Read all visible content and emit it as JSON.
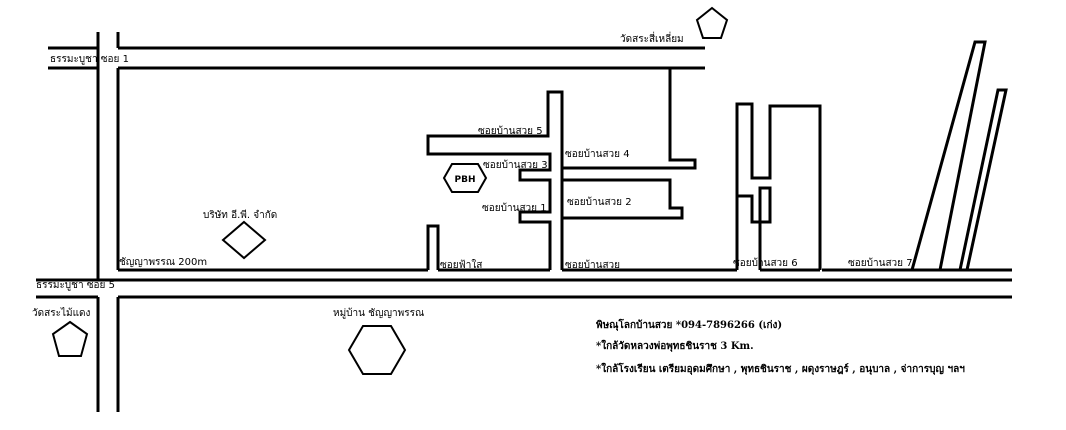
{
  "labels": {
    "wat_sa_si_liam": "วัดสระสี่เหลี่ยม",
    "thammabucha_soi1": "ธรรมะบูชา ซอย 1",
    "thammabucha_soi5": "ธรรมะบูชา ซอย 5",
    "wat_sa_mai_daeng": "วัดสระไม้แดง",
    "soi_ban_suay_5": "ซอยบ้านสวย 5",
    "soi_ban_suay_4": "ซอยบ้านสวย 4",
    "soi_ban_suay_3": "ซอยบ้านสวย 3",
    "soi_ban_suay_2": "ซอยบ้านสวย 2",
    "soi_ban_suay_1": "ซอยบ้านสวย 1",
    "soi_ban_suay": "ซอยบ้านสวย",
    "soi_ban_suay_6": "ซอยบ้านสวย 6",
    "soi_ban_suay_7": "ซอยบ้านสวย 7",
    "soi_fa_sai": "ซอยฟ้าใส",
    "chanyaphon_200m": "ชัญญาพรรณ 200m",
    "company": "บริษัท อี.พี. จำกัด",
    "village": "หมู่บ้าน ชัญญาพรรณ",
    "pbh": "PBH"
  },
  "notes": {
    "line1": "พิษณุโลกบ้านสวย  *094-7896266  (เก่ง)",
    "line2": "*ใกล้วัดหลวงพ่อพุทธชินราช 3 Km.",
    "line3": "*ใกล้โรงเรียน เตรียมอุดมศึกษา , พุทธชินราช , ผดุงราษฎร์ , อนุบาล , จ่าการบุญ ฯลฯ"
  }
}
